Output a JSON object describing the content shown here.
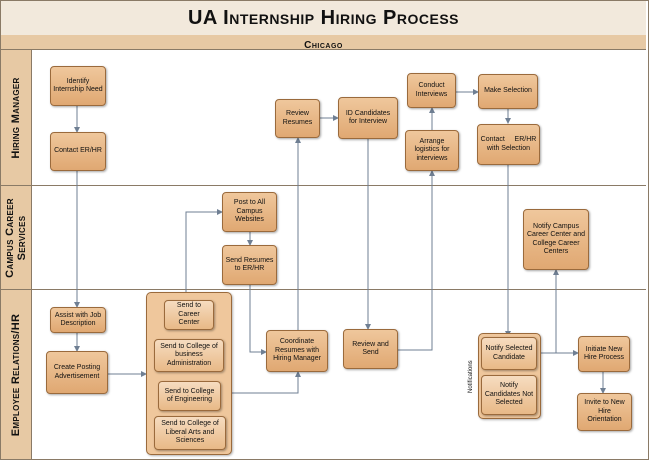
{
  "title": "UA Internship Hiring Process",
  "location": "Chicago",
  "lanes": [
    {
      "label": "Hiring Manager"
    },
    {
      "label": "Campus Career Services"
    },
    {
      "label": "Employee Relations/HR"
    }
  ],
  "steps": {
    "identify_need": "Identify Internship Need",
    "contact_er_hr": "Contact ER/HR",
    "review_resumes": "Review Resumes",
    "id_candidates": "ID Candidates for Interview",
    "conduct_interviews": "Conduct Interviews",
    "make_selection": "Make Selection",
    "arrange_logistics": "Arrange logistics for interviews",
    "contact_with_selection": "Contact     ER/HR with Selection",
    "post_websites": "Post to All Campus Websites",
    "send_resumes": "Send Resumes to ER/HR",
    "notify_campus": "Notify Campus Career Center and College Career Centers",
    "assist_job_desc": "Assist with Job Description",
    "create_posting": "Create Posting Advertisement",
    "send_career_center": "Send to Career Center",
    "send_business": "Send to College of business Administration",
    "send_engineering": "Send to College of Engineering",
    "send_las": "Send to College of Liberal Arts and Sciences",
    "coordinate_resumes": "Coordinate Resumes with Hiring Manager",
    "review_send": "Review and Send",
    "notify_selected": "Notify Selected Candidate",
    "notify_not_selected": "Notify Candidates Not Selected",
    "initiate_new_hire": "Initiate New Hire Process",
    "invite_orientation": "Invite to New Hire Orientation"
  },
  "notifications_label": "Notifications"
}
